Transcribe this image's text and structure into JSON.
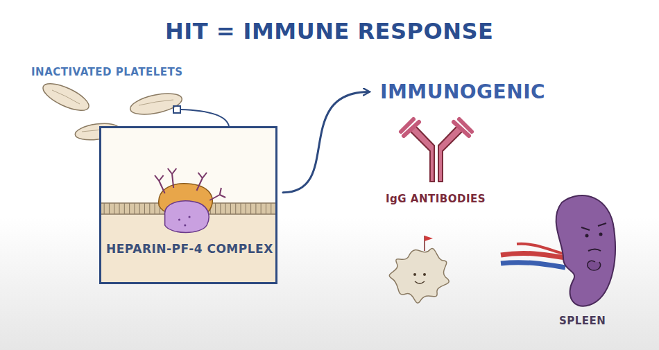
{
  "diagram": {
    "title": "HIT = IMMUNE RESPONSE",
    "nodes": [
      {
        "text": [
          "HEPARIN-PF-4 COMPLEX"
        ]
      },
      {
        "text": [
          "IMMUNOGENIC"
        ]
      }
    ],
    "edges": [
      {
        "from": 0,
        "to": 1,
        "arrow": "to"
      }
    ],
    "labels": [
      "INACTIVATED PLATELETS",
      "IgG ANTIBODIES",
      "SPLEEN"
    ]
  }
}
